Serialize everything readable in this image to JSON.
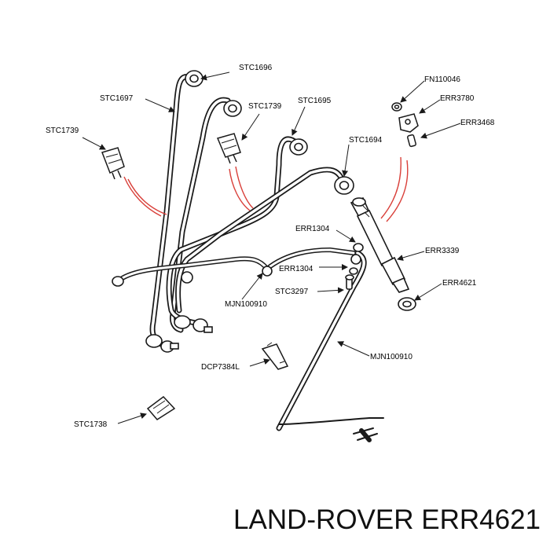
{
  "labels": {
    "stc1696": "STC1696",
    "stc1697": "STC1697",
    "stc1739_mid": "STC1739",
    "stc1695": "STC1695",
    "stc1739_left": "STC1739",
    "fn110046": "FN110046",
    "err3780": "ERR3780",
    "err3468": "ERR3468",
    "stc1694": "STC1694",
    "err1304_top": "ERR1304",
    "err3339": "ERR3339",
    "err1304_mid": "ERR1304",
    "err4621": "ERR4621",
    "stc3297": "STC3297",
    "mjn100910_left": "MJN100910",
    "mjn100910_right": "MJN100910",
    "dcp7384l": "DCP7384L",
    "stc1738": "STC1738"
  },
  "caption": "LAND-ROVER ERR4621",
  "colors": {
    "line": "#1a1a1a",
    "accent": "#d9403a"
  }
}
